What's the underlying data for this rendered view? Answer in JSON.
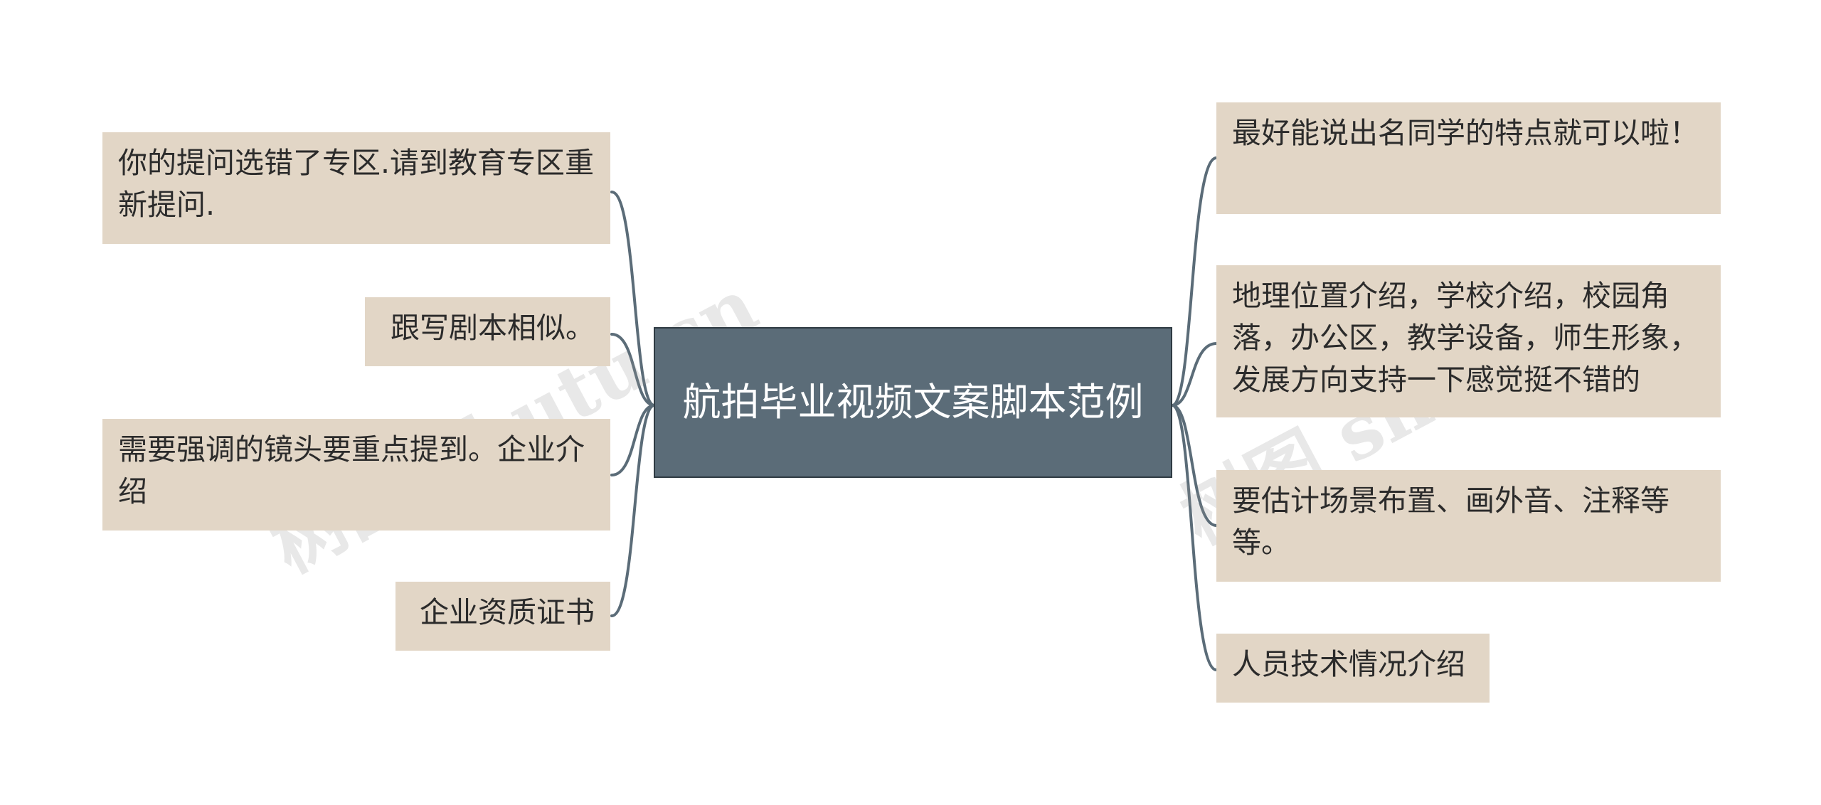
{
  "central": {
    "label": "航拍毕业视频文案脚本范例"
  },
  "left_nodes": [
    {
      "label": "你的提问选错了专区.请到教育专区重新提问."
    },
    {
      "label": "跟写剧本相似。"
    },
    {
      "label": "需要强调的镜头要重点提到。企业介绍"
    },
    {
      "label": "企业资质证书"
    }
  ],
  "right_nodes": [
    {
      "label": "最好能说出名同学的特点就可以啦！"
    },
    {
      "label": "地理位置介绍，学校介绍，校园角落，办公区，教学设备，师生形象，发展方向支持一下感觉挺不错的"
    },
    {
      "label": "要估计场景布置、画外音、注释等等。"
    },
    {
      "label": "人员技术情况介绍"
    }
  ],
  "watermarks": [
    "树图 shutu.cn",
    "树图 shutu.cn"
  ],
  "colors": {
    "node_bg": "#e2d6c6",
    "central_bg": "#5b6c78",
    "connector": "#5b6c78"
  }
}
